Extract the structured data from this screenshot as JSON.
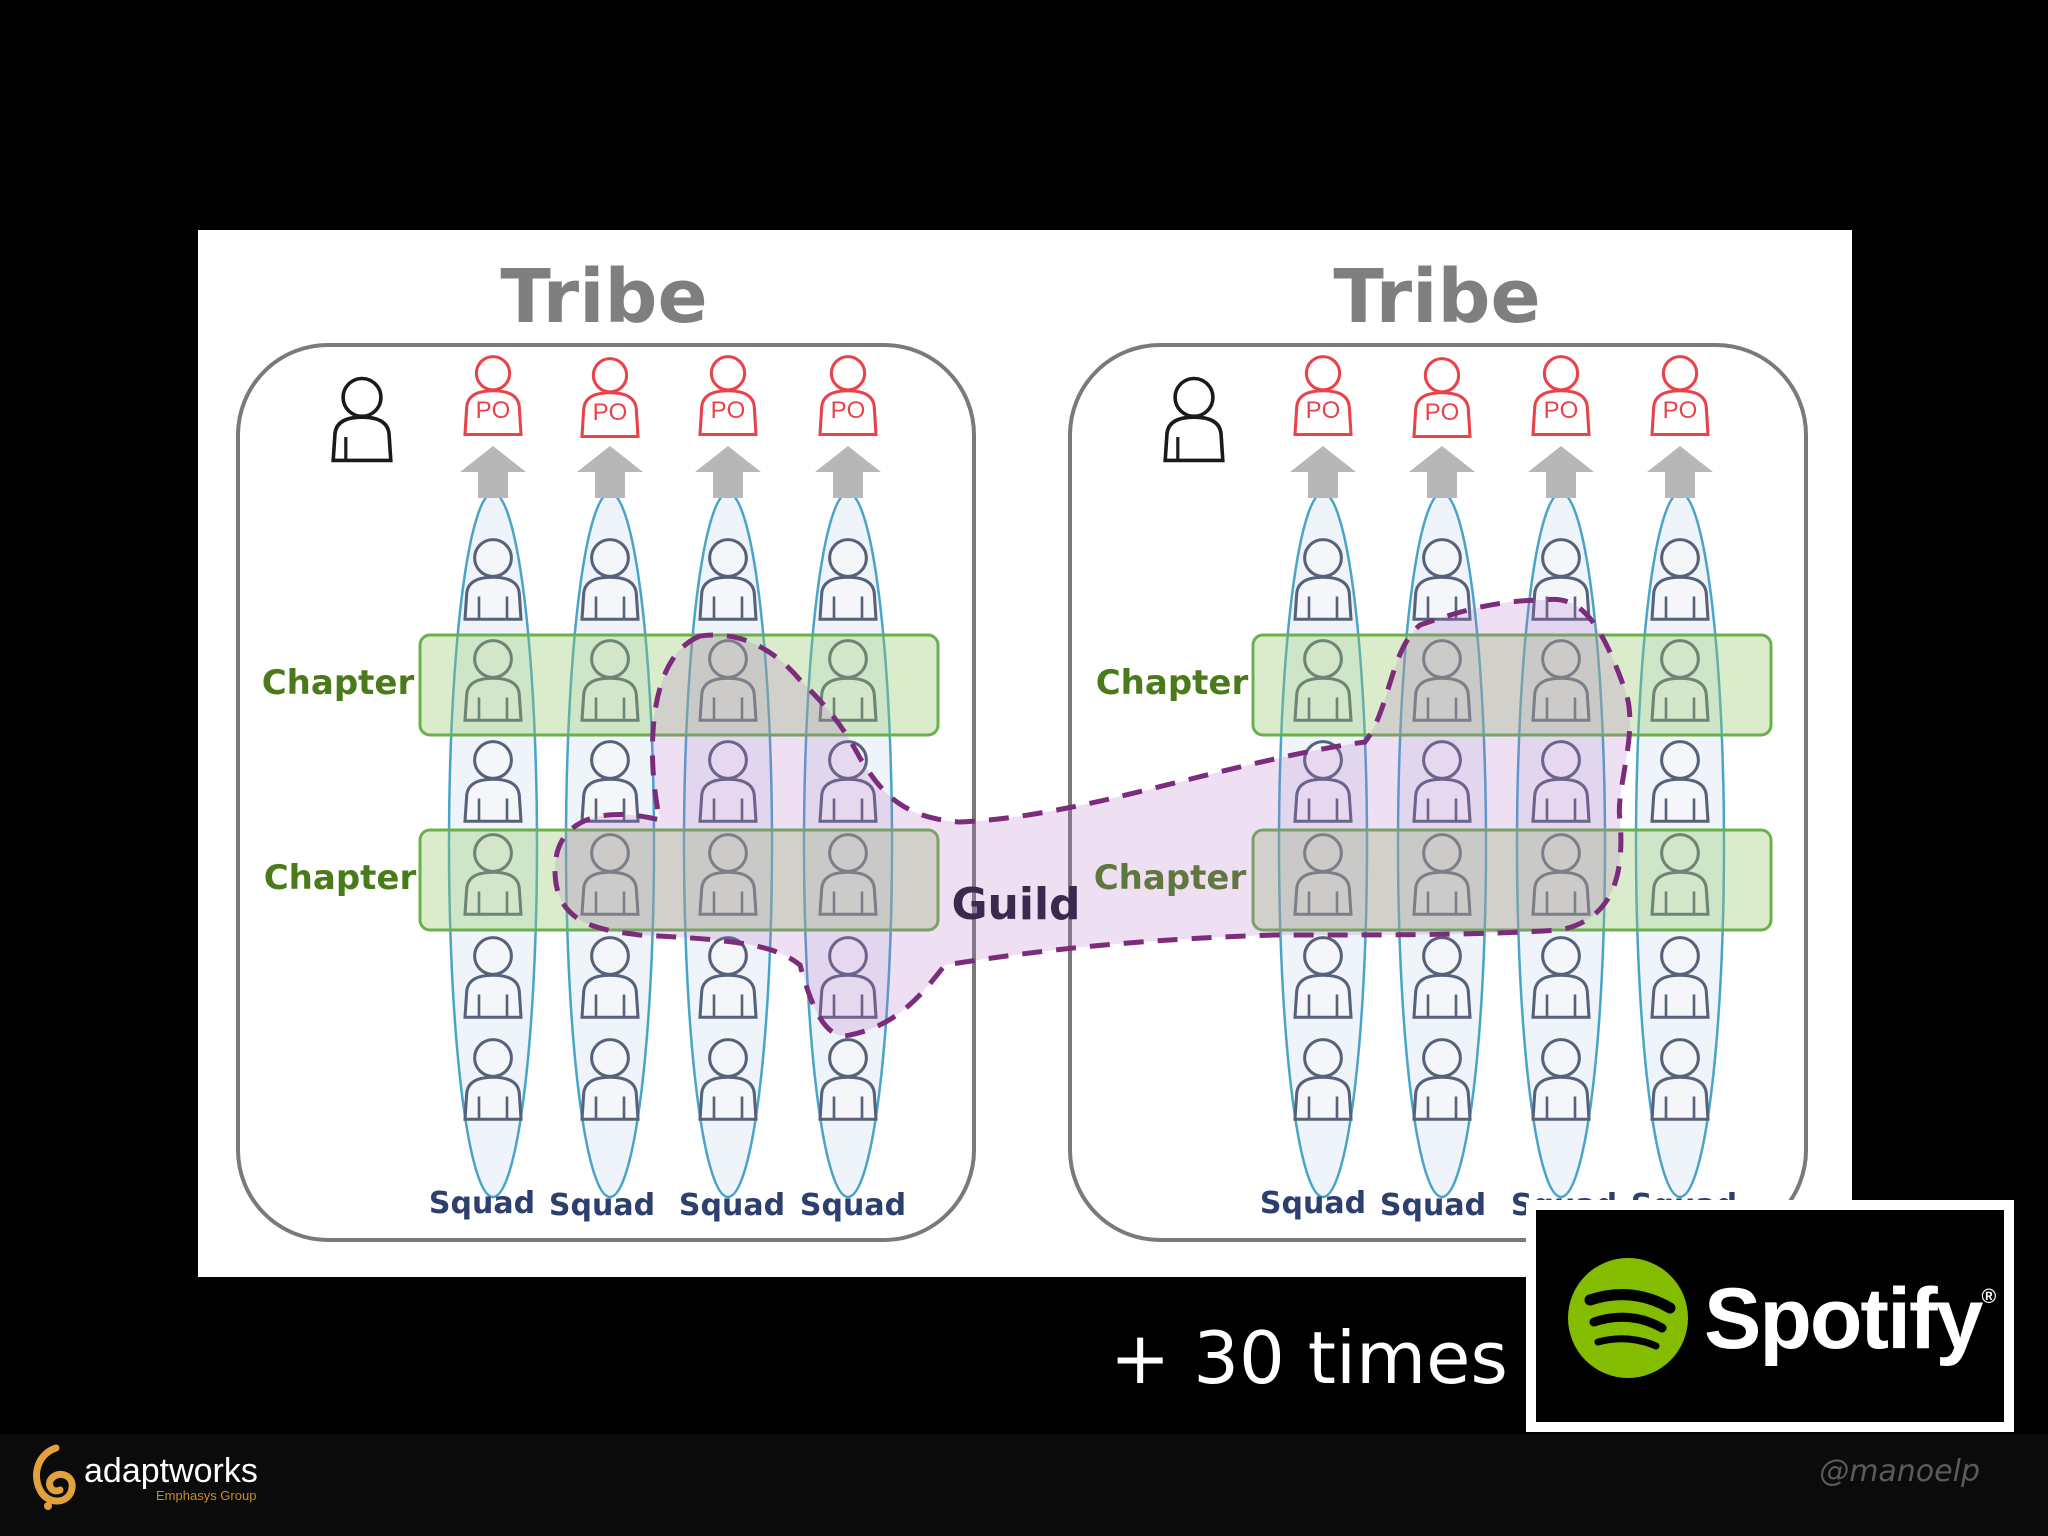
{
  "tribes": [
    {
      "title": "Tribe",
      "po_label": "PO",
      "chapters": [
        "Chapter",
        "Chapter"
      ],
      "squads": [
        "Squad",
        "Squad",
        "Squad",
        "Squad"
      ]
    },
    {
      "title": "Tribe",
      "po_label": "PO",
      "chapters": [
        "Chapter",
        "Chapter"
      ],
      "squads": [
        "Squad",
        "Squad",
        "Squad",
        "Squad"
      ]
    }
  ],
  "guild_label": "Guild",
  "caption": "+ 30 times",
  "brand": {
    "name": "Spotify",
    "registered_mark": "®",
    "icon": "spotify-logo-icon",
    "green": "#84bd00"
  },
  "footer": {
    "company": "adaptworks",
    "company_sub": "Emphasys Group",
    "handle": "@manoelp",
    "logo_icon": "adaptworks-swirl-icon"
  },
  "colors": {
    "squad": "#4aa3c8",
    "po": "#e8434b",
    "chapter": "#6ab04c",
    "guild": "#7b2d7b",
    "background": "#000000",
    "panel": "#ffffff"
  }
}
